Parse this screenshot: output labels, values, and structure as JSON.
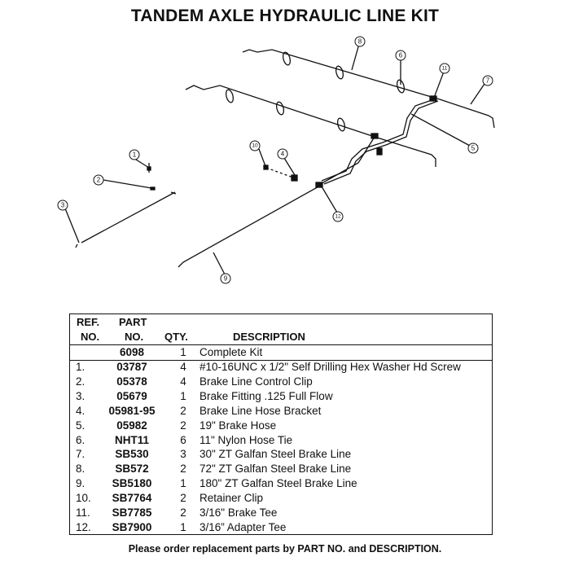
{
  "title": "TANDEM AXLE HYDRAULIC LINE KIT",
  "callouts": [
    "1",
    "2",
    "3",
    "4",
    "5",
    "6",
    "7",
    "8",
    "9",
    "10",
    "11",
    "12"
  ],
  "table": {
    "headers": {
      "ref_line1": "REF.",
      "ref_line2": "NO.",
      "part_line1": "PART",
      "part_line2": "NO.",
      "qty": "QTY.",
      "description": "DESCRIPTION"
    },
    "kit": {
      "part": "6098",
      "qty": "1",
      "description": "Complete Kit"
    },
    "rows": [
      {
        "ref": "1.",
        "part": "03787",
        "qty": "4",
        "description": "#10-16UNC x 1/2\" Self Drilling Hex Washer Hd Screw"
      },
      {
        "ref": "2.",
        "part": "05378",
        "qty": "4",
        "description": "Brake Line Control Clip"
      },
      {
        "ref": "3.",
        "part": "05679",
        "qty": "1",
        "description": "Brake Fitting .125 Full Flow"
      },
      {
        "ref": "4.",
        "part": "05981-95",
        "qty": "2",
        "description": "Brake Line Hose Bracket"
      },
      {
        "ref": "5.",
        "part": "05982",
        "qty": "2",
        "description": "19\" Brake Hose"
      },
      {
        "ref": "6.",
        "part": "NHT11",
        "qty": "6",
        "description": "11\" Nylon Hose Tie"
      },
      {
        "ref": "7.",
        "part": "SB530",
        "qty": "3",
        "description": "30\" ZT Galfan Steel Brake Line"
      },
      {
        "ref": "8.",
        "part": "SB572",
        "qty": "2",
        "description": "72\" ZT Galfan  Steel Brake Line"
      },
      {
        "ref": "9.",
        "part": "SB5180",
        "qty": "1",
        "description": "180\" ZT Galfan Steel Brake Line"
      },
      {
        "ref": "10.",
        "part": "SB7764",
        "qty": "2",
        "description": "Retainer Clip"
      },
      {
        "ref": "11.",
        "part": "SB7785",
        "qty": "2",
        "description": "3/16\" Brake Tee"
      },
      {
        "ref": "12.",
        "part": "SB7900",
        "qty": "1",
        "description": "3/16” Adapter Tee"
      }
    ]
  },
  "footer": "Please order replacement parts by PART NO. and DESCRIPTION."
}
